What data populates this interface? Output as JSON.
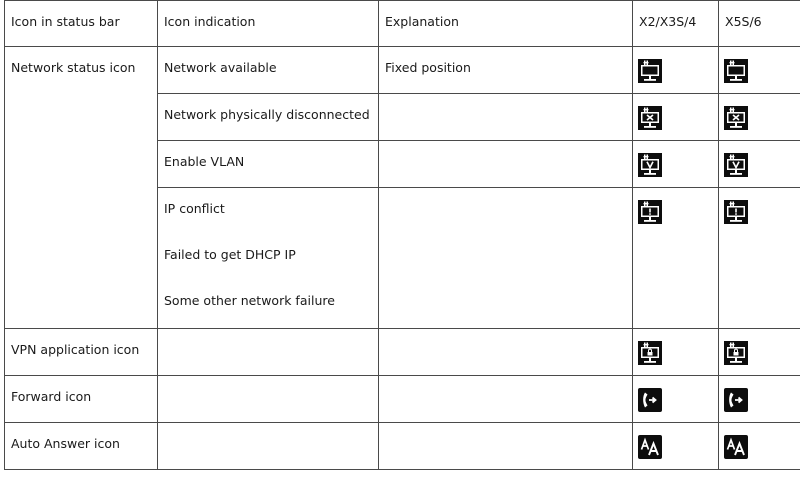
{
  "table": {
    "headers": [
      "Icon in status bar",
      "Icon indication",
      "Explanation",
      "X2/X3S/4",
      "X5S/6"
    ],
    "rows": [
      {
        "name": "Network status icon",
        "indications": [
          "Network available"
        ],
        "explanation": "Fixed position",
        "icon_x2": "network-available-icon",
        "icon_x5": "network-available-icon"
      },
      {
        "name": "",
        "indications": [
          "Network physically disconnected"
        ],
        "explanation": "",
        "icon_x2": "network-disconnected-icon",
        "icon_x5": "network-disconnected-icon"
      },
      {
        "name": "",
        "indications": [
          "Enable VLAN"
        ],
        "explanation": "",
        "icon_x2": "network-vlan-icon",
        "icon_x5": "network-vlan-icon"
      },
      {
        "name": "",
        "indications": [
          "IP conflict",
          "Failed to get DHCP IP",
          "Some other network failure"
        ],
        "explanation": "",
        "icon_x2": "network-failure-icon",
        "icon_x5": "network-failure-icon"
      },
      {
        "name": "VPN application icon",
        "indications": [
          ""
        ],
        "explanation": "",
        "icon_x2": "vpn-icon",
        "icon_x5": "vpn-icon"
      },
      {
        "name": "Forward icon",
        "indications": [
          ""
        ],
        "explanation": "",
        "icon_x2": "call-forward-icon",
        "icon_x5": "call-forward-icon"
      },
      {
        "name": "Auto Answer icon",
        "indications": [
          ""
        ],
        "explanation": "",
        "icon_x2": "auto-answer-icon",
        "icon_x5": "auto-answer-icon"
      }
    ]
  }
}
